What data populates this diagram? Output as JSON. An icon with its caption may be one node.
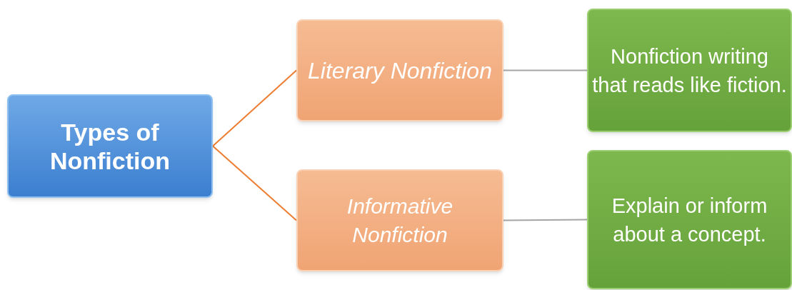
{
  "diagram": {
    "nodes": [
      {
        "text": [
          "Types of Nonfiction"
        ]
      },
      {
        "text": [
          "Literary Nonfiction"
        ]
      },
      {
        "text": [
          "Informative Nonfiction"
        ]
      },
      {
        "text": [
          "Nonfiction writing that reads like fiction."
        ]
      },
      {
        "text": [
          "Explain or inform about a concept."
        ]
      }
    ],
    "edges": [
      {
        "from": 0,
        "to": 1,
        "arrow": "none",
        "color": "#ed7d31"
      },
      {
        "from": 0,
        "to": 2,
        "arrow": "none",
        "color": "#ed7d31"
      },
      {
        "from": 1,
        "to": 3,
        "arrow": "none",
        "color": "#a5a5a5"
      },
      {
        "from": 2,
        "to": 4,
        "arrow": "none",
        "color": "#a5a5a5"
      }
    ]
  }
}
